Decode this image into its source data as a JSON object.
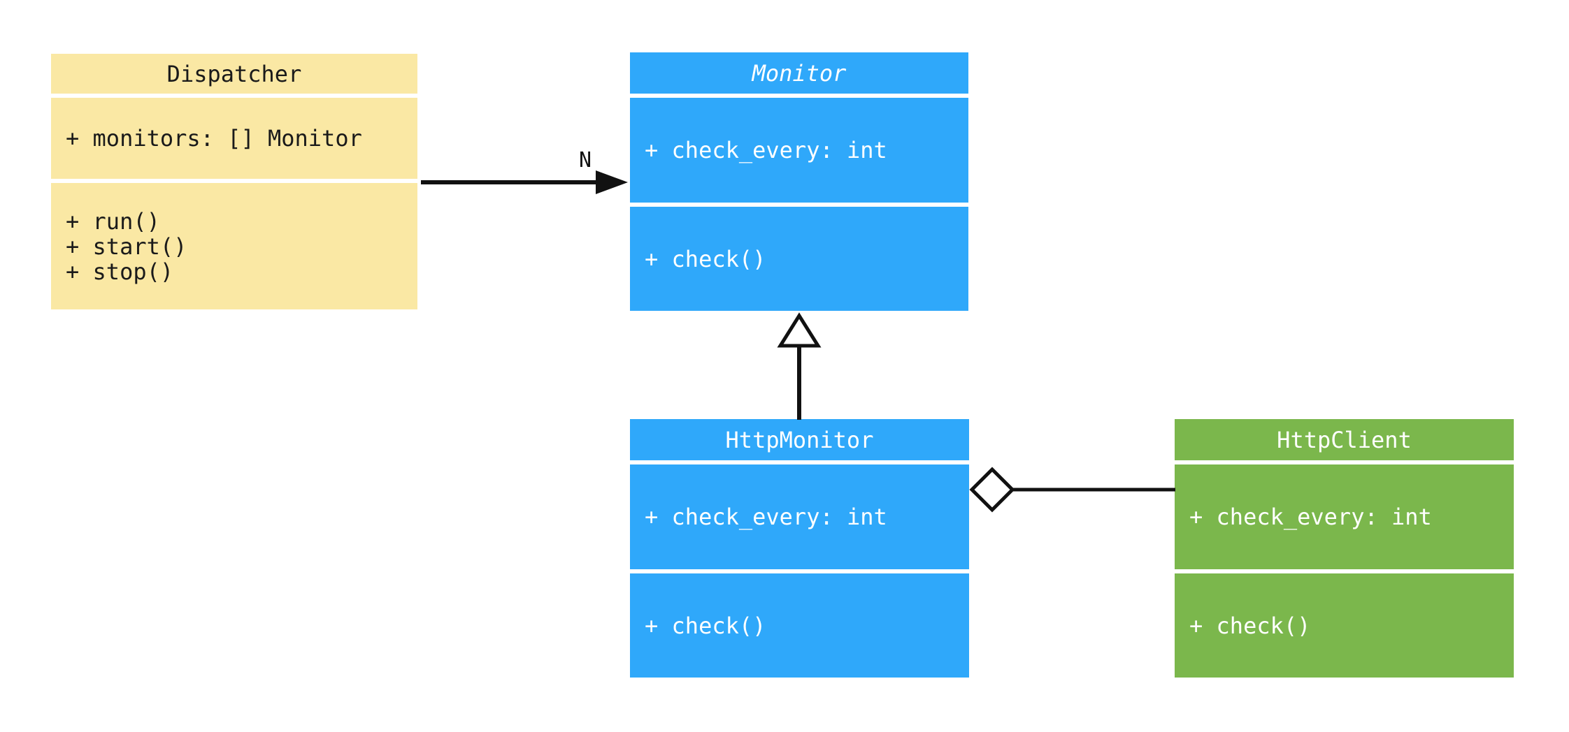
{
  "diagram": {
    "type": "uml-class-diagram",
    "background_color": "#ffffff",
    "line_color": "#111111",
    "classes": [
      {
        "name": "Dispatcher",
        "abstract": false,
        "fill_color": "#fae8a4",
        "text_color": "#1a1a1a",
        "attributes": [
          "+ monitors: [] Monitor"
        ],
        "methods": [
          "+ run()",
          "+ start()",
          "+ stop()"
        ]
      },
      {
        "name": "Monitor",
        "abstract": true,
        "fill_color": "#2fa8fa",
        "text_color": "#ffffff",
        "attributes": [
          "+ check_every: int"
        ],
        "methods": [
          "+ check()"
        ]
      },
      {
        "name": "HttpMonitor",
        "abstract": false,
        "fill_color": "#2fa8fa",
        "text_color": "#ffffff",
        "attributes": [
          "+ check_every: int"
        ],
        "methods": [
          "+ check()"
        ]
      },
      {
        "name": "HttpClient",
        "abstract": false,
        "fill_color": "#7bb74c",
        "text_color": "#ffffff",
        "attributes": [
          "+ check_every: int"
        ],
        "methods": [
          "+ check()"
        ]
      }
    ],
    "relationships": [
      {
        "from": "Dispatcher",
        "to": "Monitor",
        "type": "association-arrow",
        "label": "N"
      },
      {
        "from": "HttpMonitor",
        "to": "Monitor",
        "type": "inheritance",
        "label": ""
      },
      {
        "from": "HttpMonitor",
        "to": "HttpClient",
        "type": "aggregation",
        "label": ""
      }
    ]
  }
}
